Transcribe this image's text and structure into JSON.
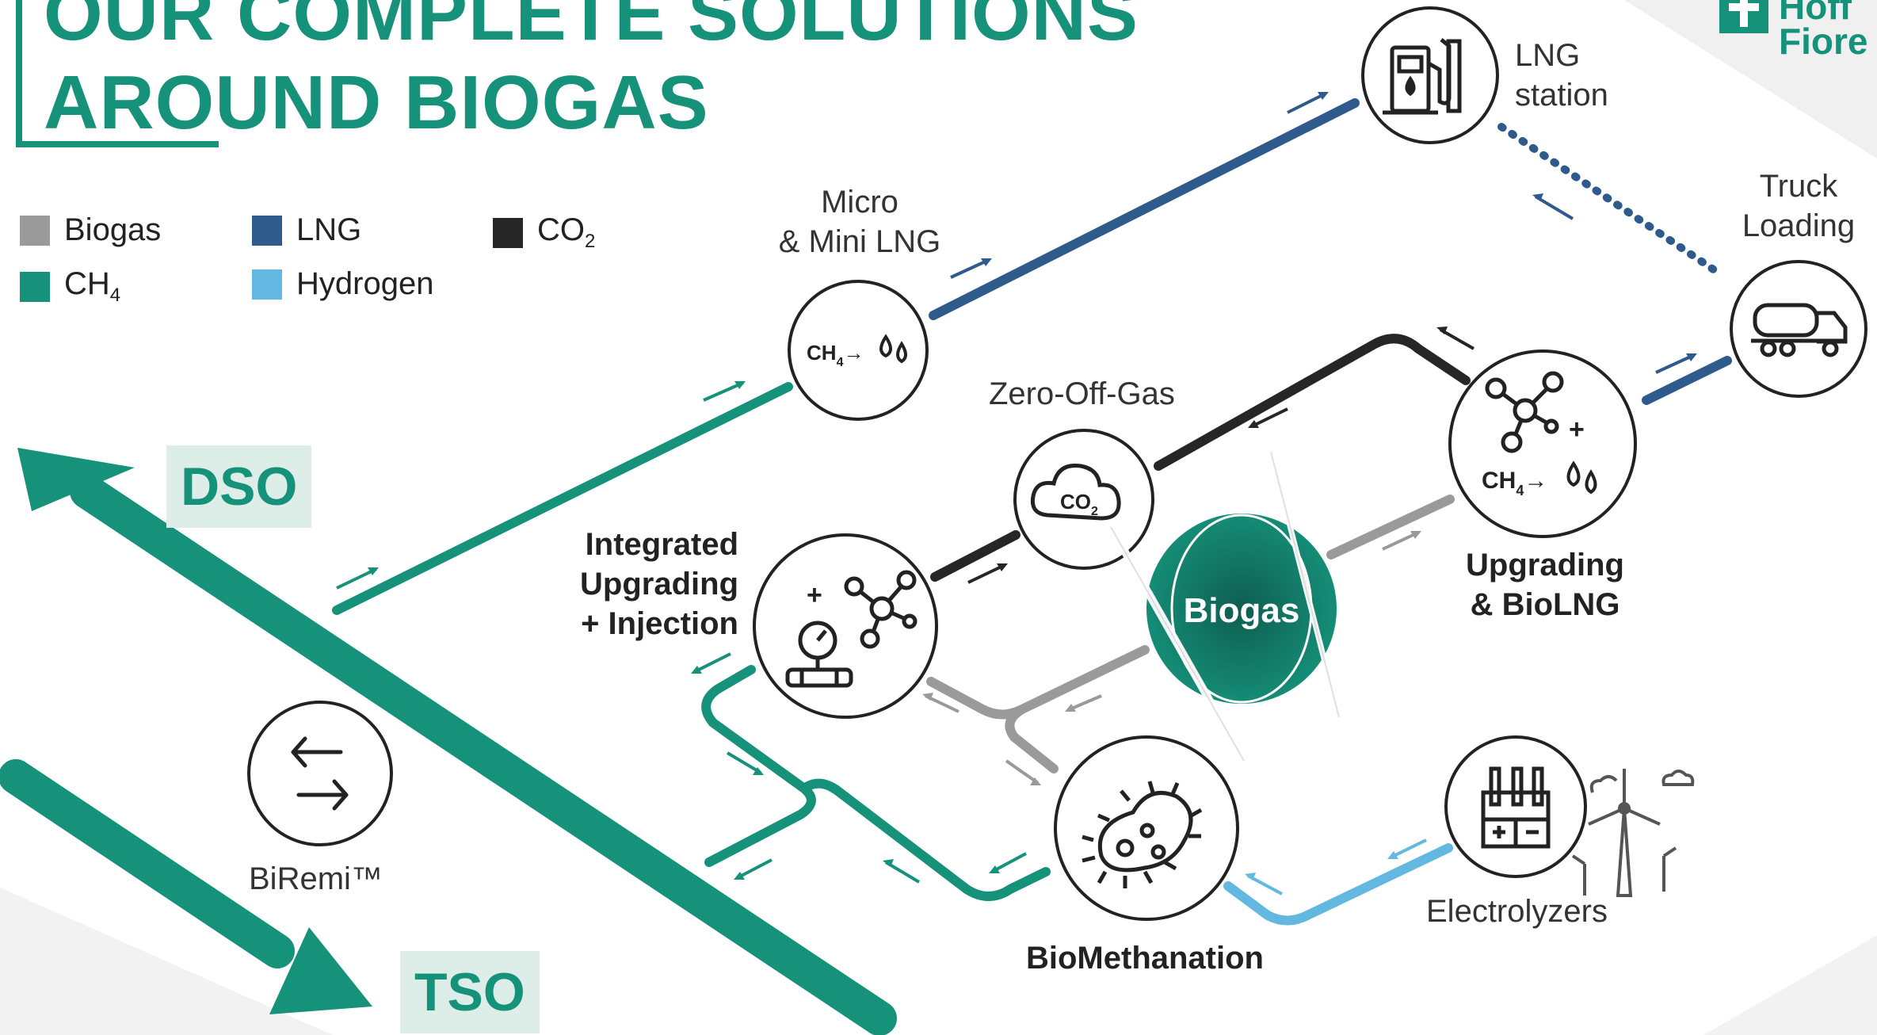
{
  "title": {
    "line1": "OUR COMPLETE SOLUTIONS",
    "line2": "AROUND BIOGAS"
  },
  "logo": {
    "text_top": "Hoff",
    "text_bottom": "Fiore"
  },
  "legend": [
    {
      "label": "Biogas",
      "sub": "",
      "color": "#9a9a9a"
    },
    {
      "label": "LNG",
      "sub": "",
      "color": "#2f5b8c"
    },
    {
      "label": "CO",
      "sub": "2",
      "color": "#262626"
    },
    {
      "label": "CH",
      "sub": "4",
      "color": "#16917a"
    },
    {
      "label": "Hydrogen",
      "sub": "",
      "color": "#62b8e0"
    }
  ],
  "tags": {
    "dso": "DSO",
    "tso": "TSO"
  },
  "nodes": {
    "lng_station": {
      "line1": "LNG",
      "line2": "station"
    },
    "truck_loading": {
      "line1": "Truck",
      "line2": "Loading"
    },
    "micro_lng": {
      "line1": "Micro",
      "line2": "& Mini LNG"
    },
    "zero_off_gas": {
      "line1": "Zero-Off-Gas"
    },
    "integrated": {
      "line1": "Integrated",
      "line2": "Upgrading",
      "line3": "+ Injection"
    },
    "upgrading": {
      "line1": "Upgrading",
      "line2": "& BioLNG"
    },
    "biogas": {
      "label": "Biogas"
    },
    "biremi": {
      "label": "BiRemi™"
    },
    "biomethanation": {
      "label": "BioMethanation"
    },
    "electrolyzers": {
      "label": "Electrolyzers"
    }
  },
  "icon_texts": {
    "co2": "CO",
    "co2_sub": "2",
    "ch4": "CH",
    "ch4_sub": "4"
  },
  "colors": {
    "ch4": "#16917a",
    "lng": "#2f5b8c",
    "co2": "#262626",
    "biogas": "#9a9a9a",
    "hydrogen": "#62b8e0"
  }
}
